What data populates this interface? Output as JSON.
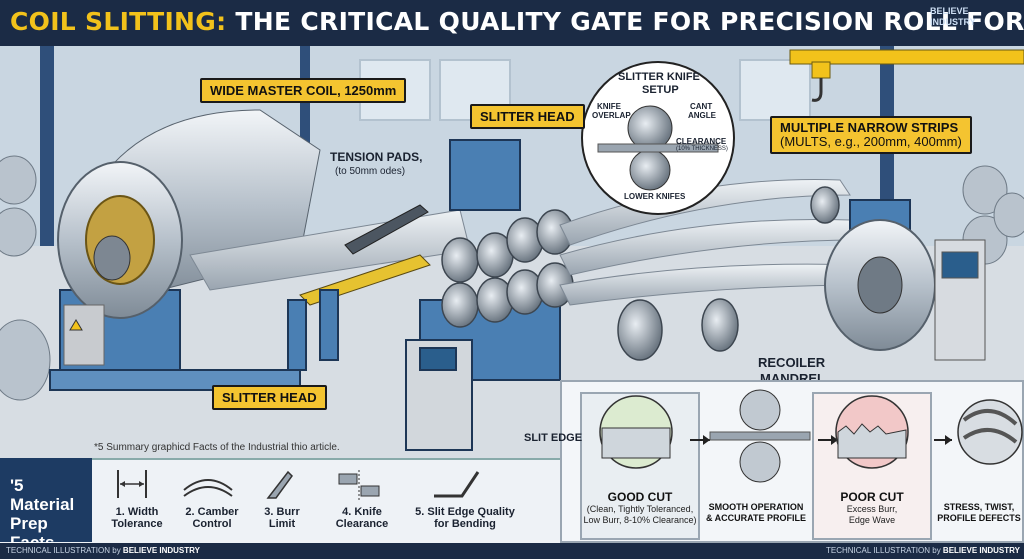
{
  "title": {
    "accent": "COIL SLITTING:",
    "rest": " THE CRITICAL QUALITY GATE FOR PRECISION ROLL FORMING"
  },
  "logo": {
    "line1": "BELIEVE",
    "line2": "INDUSTRY"
  },
  "callouts": {
    "master_coil": "WIDE MASTER COIL, 1250mm",
    "slitter_head_top": "SLITTER HEAD",
    "slitter_head_bottom": "SLITTER HEAD",
    "strips": "MULTIPLE NARROW STRIPS",
    "strips_sub": "(MULTS, e.g., 200mm, 400mm)"
  },
  "labels": {
    "tension_pads": "TENSION PADS,",
    "tension_pads_sub": "(to 50mm odes)",
    "recoiler": "RECOILER",
    "mandrel": "MANDREL"
  },
  "knife_setup": {
    "title_1": "SLITTER KNIFE",
    "title_2": "SETUP",
    "knife_overlap_1": "KNIFE",
    "knife_overlap_2": "OVERLAP",
    "cant_1": "CANT",
    "cant_2": "ANGLE",
    "clearance": "CLEARANCE",
    "clearance_sub": "(10% THICKNESS)",
    "lower_knifes": "LOWER KNIFES"
  },
  "note": "*5 Summary graphicd Facts of the Industrial thio article.",
  "facts": {
    "heading_1": "'5 Material",
    "heading_2": "Prep Facts",
    "items": [
      {
        "l1": "1. Width",
        "l2": "Tolerance"
      },
      {
        "l1": "2. Camber",
        "l2": "Control"
      },
      {
        "l1": "3. Burr",
        "l2": "Limit"
      },
      {
        "l1": "4. Knife",
        "l2": "Clearance"
      },
      {
        "l1": "5. Slit Edge Quality",
        "l2": "for Bending"
      }
    ]
  },
  "quality": {
    "slit_edge": "SLIT EDGE",
    "good_cut": "GOOD CUT",
    "good_cut_sub_1": "(Clean, Tightly Toleranced,",
    "good_cut_sub_2": "Low Burr, 8-10% Clearance)",
    "smooth_1": "SMOOTH OPERATION",
    "smooth_2": "& ACCURATE PROFILE",
    "poor_cut": "POOR CUT",
    "poor_cut_sub_1": "Excess Burr,",
    "poor_cut_sub_2": "Edge Wave",
    "defects_1": "STRESS, TWIST,",
    "defects_2": "PROFILE DEFECTS"
  },
  "footer": {
    "left_prefix": "TECHNICAL ILLUSTRATION by ",
    "left_brand": "BELIEVE INDUSTRY",
    "right_prefix": "TECHNICAL ILLUSTRATION by ",
    "right_brand": "BELIEVE INDUSTRY"
  }
}
